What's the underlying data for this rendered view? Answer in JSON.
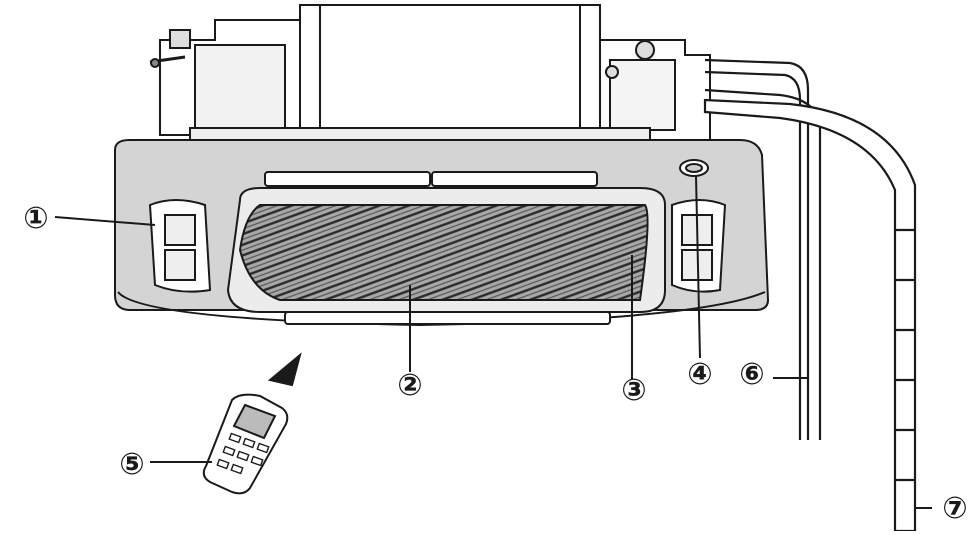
{
  "callouts": [
    {
      "id": "1",
      "label": "①"
    },
    {
      "id": "2",
      "label": "②"
    },
    {
      "id": "3",
      "label": "③"
    },
    {
      "id": "4",
      "label": "④"
    },
    {
      "id": "5",
      "label": "⑤"
    },
    {
      "id": "6",
      "label": "⑥"
    },
    {
      "id": "7",
      "label": "⑦"
    }
  ],
  "colors": {
    "ink": "#1a1a1a",
    "panel_fill": "#d6d6d6",
    "panel_dark": "#b4b4b4",
    "grille_fill": "#9a9a9a",
    "body_fill": "#ffffff"
  }
}
